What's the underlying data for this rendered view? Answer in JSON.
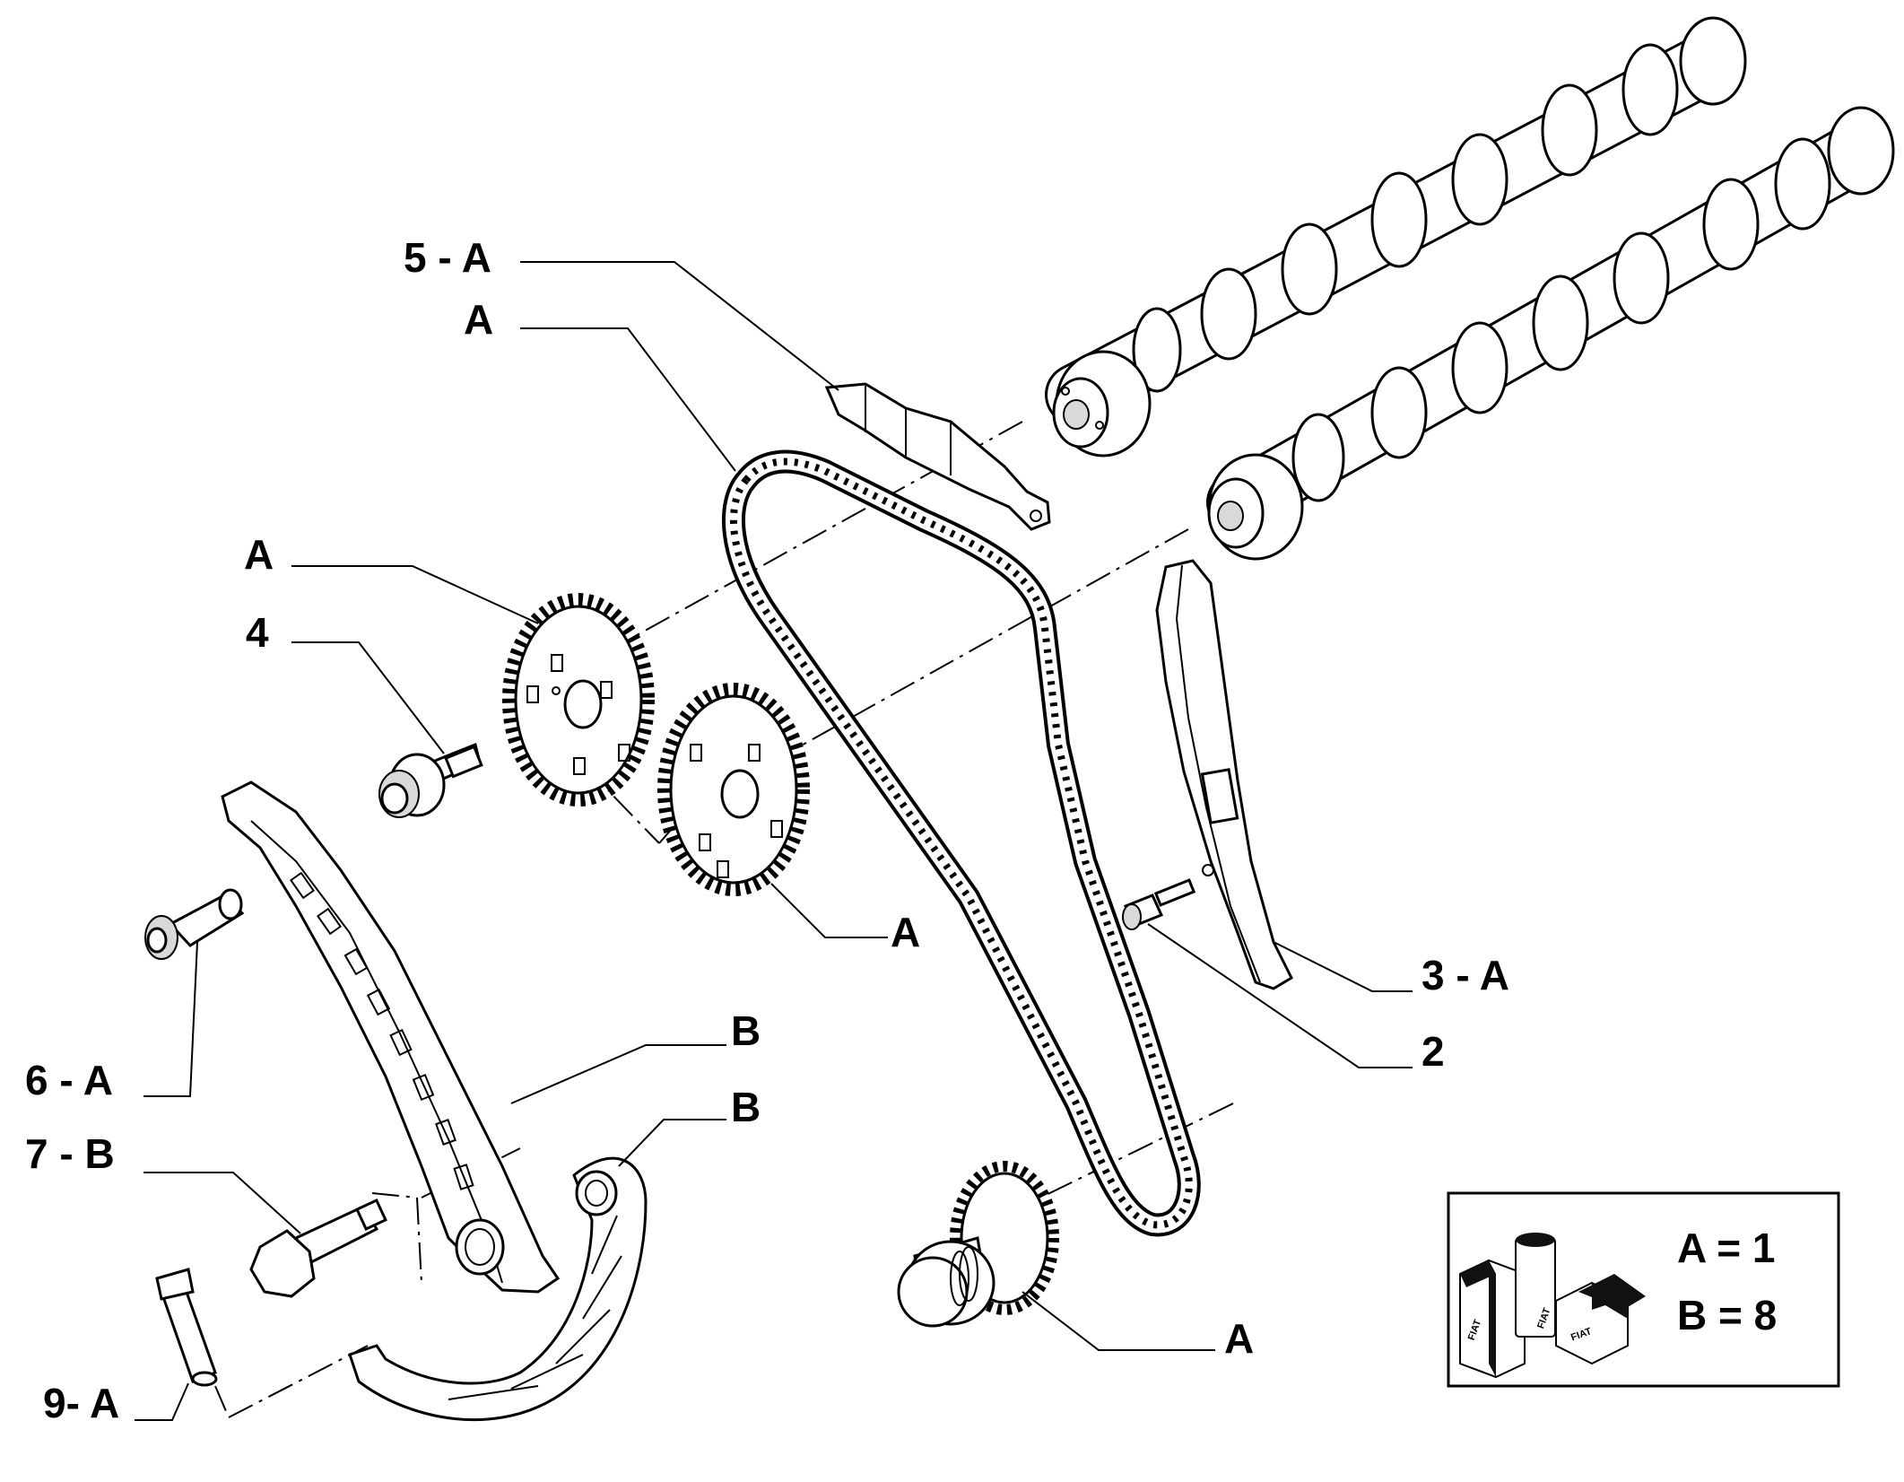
{
  "callouts": [
    {
      "id": "c-5a",
      "text": "5 - A"
    },
    {
      "id": "c-a1",
      "text": "A"
    },
    {
      "id": "c-a2",
      "text": "A"
    },
    {
      "id": "c-4",
      "text": "4"
    },
    {
      "id": "c-a3",
      "text": "A"
    },
    {
      "id": "c-3a",
      "text": "3 - A"
    },
    {
      "id": "c-2",
      "text": "2"
    },
    {
      "id": "c-6a",
      "text": "6 - A"
    },
    {
      "id": "c-b1",
      "text": "B"
    },
    {
      "id": "c-b2",
      "text": "B"
    },
    {
      "id": "c-7b",
      "text": "7 - B"
    },
    {
      "id": "c-a4",
      "text": "A"
    },
    {
      "id": "c-9a",
      "text": "9- A"
    }
  ],
  "kit_legend": {
    "line_a": "A = 1",
    "line_b": "B = 8",
    "brand_marks": [
      "FIAT",
      "FIAT",
      "FIAT"
    ]
  }
}
